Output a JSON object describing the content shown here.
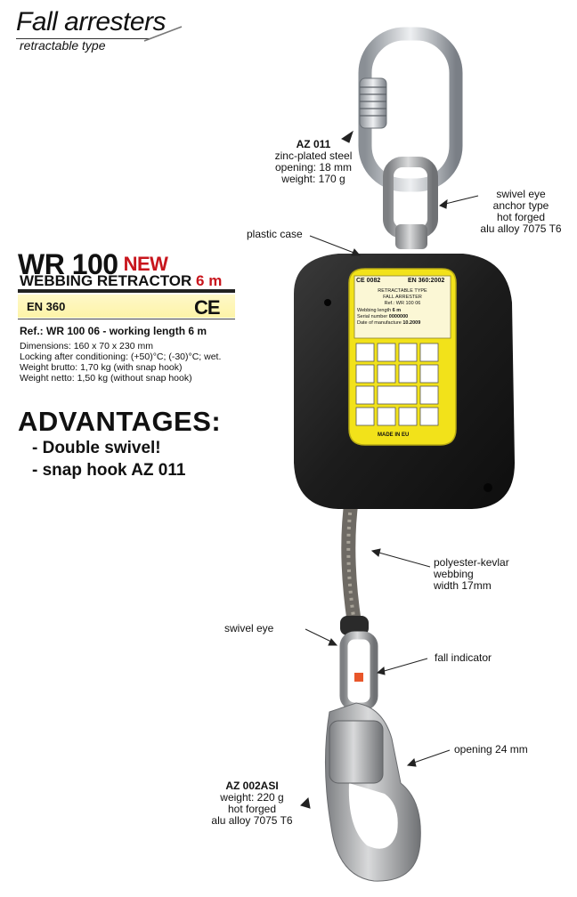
{
  "header": {
    "title": "Fall arresters",
    "subtitle": "retractable type"
  },
  "product": {
    "model": "WR 100",
    "badge": "NEW",
    "subtitle": "WEBBING RETRACTOR",
    "length": "6 m",
    "standard": "EN 360",
    "ce_mark": "CE",
    "reference": "Ref.: WR 100 06 - working length 6 m",
    "specs": [
      "Dimensions: 160 x 70 x 230 mm",
      "Locking after conditioning: (+50)°C; (-30)°C; wet.",
      "Weight brutto: 1,70 kg (with snap hook)",
      "Weight netto: 1,50 kg (without snap hook)"
    ]
  },
  "advantages": {
    "title": "ADVANTAGES:",
    "items": [
      "- Double swivel!",
      "- snap hook AZ 011"
    ]
  },
  "callouts": {
    "az011": {
      "name": "AZ 011",
      "line1": "zinc-plated steel",
      "line2": "opening: 18 mm",
      "line3": "weight: 170 g"
    },
    "swivel_eye_top": {
      "line1": "swivel eye",
      "line2": "anchor type",
      "line3": "hot forged",
      "line4": "alu alloy 7075 T6"
    },
    "plastic_case": "plastic case",
    "webbing": {
      "line1": "polyester-kevlar",
      "line2": "webbing",
      "line3": "width 17mm"
    },
    "swivel_eye_bottom": "swivel eye",
    "fall_indicator": "fall indicator",
    "opening": "opening 24 mm",
    "az002": {
      "name": "AZ 002ASI",
      "line1": "weight: 220 g",
      "line2": "hot forged",
      "line3": "alu alloy 7075 T6"
    }
  },
  "device_label": {
    "ce": "CE 0082",
    "standard": "EN 360:2002",
    "lines": [
      "RETRACTABLE TYPE",
      "FALL ARRESTER",
      "Ref.: WR 100 06"
    ],
    "fields": [
      {
        "k": "Webbing length",
        "v": "6 m"
      },
      {
        "k": "Serial number",
        "v": "0000000"
      },
      {
        "k": "Date of manufacture",
        "v": "10.2009"
      }
    ],
    "made_in": "MADE IN EU"
  },
  "colors": {
    "accent_red": "#c8161d",
    "label_yellow": "#f2e21a",
    "case_black": "#1c1c1c",
    "standard_bar": "#fdf4a8"
  }
}
